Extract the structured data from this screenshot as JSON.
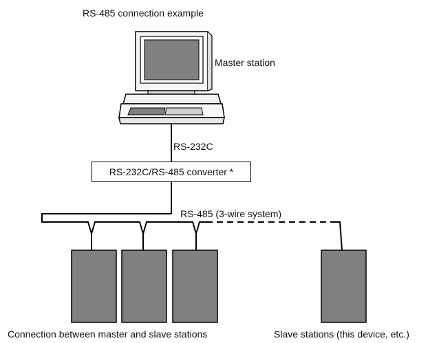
{
  "title": "RS-485 connection example",
  "master_station": {
    "label": "Master station"
  },
  "link_upper": {
    "label": "RS-232C"
  },
  "converter": {
    "label": "RS-232C/RS-485 converter *"
  },
  "bus": {
    "label": "RS-485 (3-wire system)"
  },
  "captions": {
    "left": "Connection between master and slave stations",
    "right": "Slave stations (this device, etc.)"
  },
  "colors": {
    "device_fill": "#808080",
    "line": "#000000",
    "screen_fill": "#808080",
    "monitor_body": "#f5f5f5"
  }
}
